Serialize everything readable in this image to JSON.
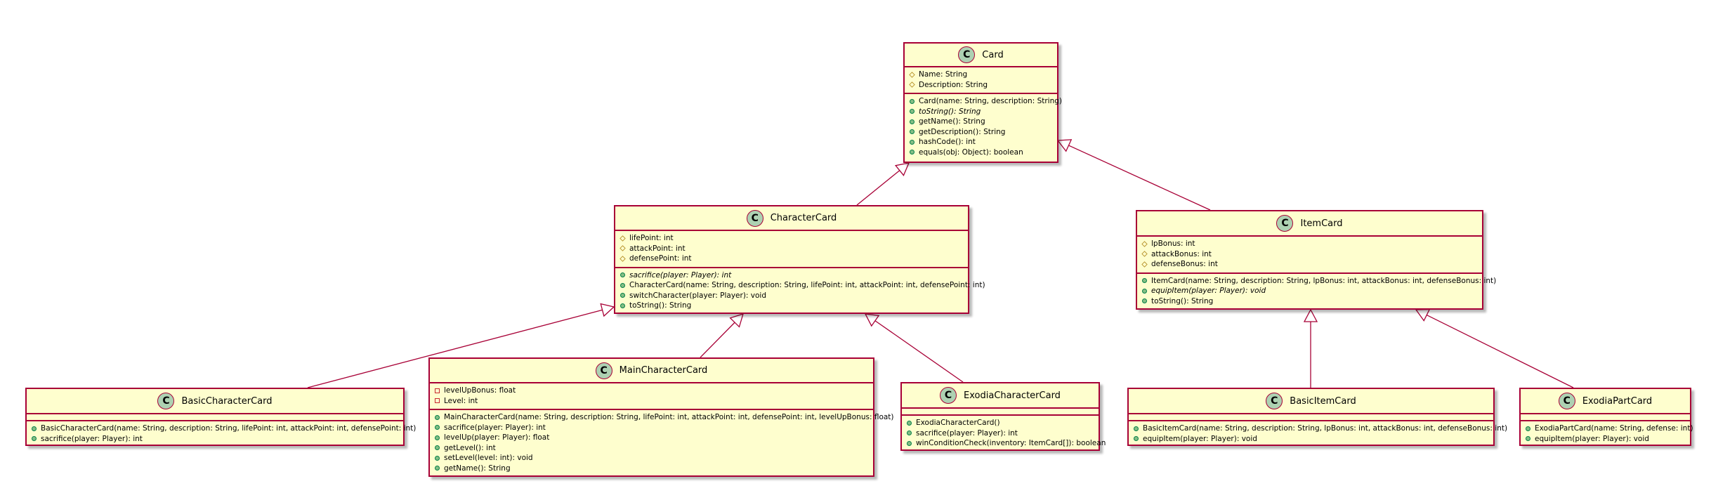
{
  "classes": {
    "card": {
      "name": "Card",
      "icon": "C",
      "fields": [
        {
          "vis": "protected",
          "text": "Name: String"
        },
        {
          "vis": "protected",
          "text": "Description: String"
        }
      ],
      "methods": [
        {
          "vis": "public",
          "text": "Card(name: String, description: String)"
        },
        {
          "vis": "public",
          "text": "toString(): String",
          "abstract": true
        },
        {
          "vis": "public",
          "text": "getName(): String"
        },
        {
          "vis": "public",
          "text": "getDescription(): String"
        },
        {
          "vis": "public",
          "text": "hashCode(): int"
        },
        {
          "vis": "public",
          "text": "equals(obj: Object): boolean"
        }
      ]
    },
    "character_card": {
      "name": "CharacterCard",
      "icon": "C",
      "fields": [
        {
          "vis": "protected",
          "text": "lifePoint: int"
        },
        {
          "vis": "protected",
          "text": "attackPoint: int"
        },
        {
          "vis": "protected",
          "text": "defensePoint: int"
        }
      ],
      "methods": [
        {
          "vis": "public",
          "text": "sacrifice(player: Player): int",
          "abstract": true
        },
        {
          "vis": "public",
          "text": "CharacterCard(name: String, description: String, lifePoint: int, attackPoint: int, defensePoint: int)"
        },
        {
          "vis": "public",
          "text": "switchCharacter(player: Player): void"
        },
        {
          "vis": "public",
          "text": "toString(): String"
        }
      ]
    },
    "item_card": {
      "name": "ItemCard",
      "icon": "C",
      "fields": [
        {
          "vis": "protected",
          "text": "lpBonus: int"
        },
        {
          "vis": "protected",
          "text": "attackBonus: int"
        },
        {
          "vis": "protected",
          "text": "defenseBonus: int"
        }
      ],
      "methods": [
        {
          "vis": "public",
          "text": "ItemCard(name: String, description: String, lpBonus: int, attackBonus: int, defenseBonus: int)"
        },
        {
          "vis": "public",
          "text": "equipItem(player: Player): void",
          "abstract": true
        },
        {
          "vis": "public",
          "text": "toString(): String"
        }
      ]
    },
    "basic_character_card": {
      "name": "BasicCharacterCard",
      "icon": "C",
      "fields": [],
      "methods": [
        {
          "vis": "public",
          "text": "BasicCharacterCard(name: String, description: String, lifePoint: int, attackPoint: int, defensePoint: int)"
        },
        {
          "vis": "public",
          "text": "sacrifice(player: Player): int"
        }
      ]
    },
    "main_character_card": {
      "name": "MainCharacterCard",
      "icon": "C",
      "fields": [
        {
          "vis": "private",
          "text": "levelUpBonus: float"
        },
        {
          "vis": "private",
          "text": "Level: int"
        }
      ],
      "methods": [
        {
          "vis": "public",
          "text": "MainCharacterCard(name: String, description: String, lifePoint: int, attackPoint: int, defensePoint: int, levelUpBonus: float)"
        },
        {
          "vis": "public",
          "text": "sacrifice(player: Player): int"
        },
        {
          "vis": "public",
          "text": "levelUp(player: Player): float"
        },
        {
          "vis": "public",
          "text": "getLevel(): int"
        },
        {
          "vis": "public",
          "text": "setLevel(level: int): void"
        },
        {
          "vis": "public",
          "text": "getName(): String"
        }
      ]
    },
    "exodia_character_card": {
      "name": "ExodiaCharacterCard",
      "icon": "C",
      "fields": [],
      "methods": [
        {
          "vis": "public",
          "text": "ExodiaCharacterCard()"
        },
        {
          "vis": "public",
          "text": "sacrifice(player: Player): int"
        },
        {
          "vis": "public",
          "text": "winConditionCheck(inventory: ItemCard[]): boolean"
        }
      ]
    },
    "basic_item_card": {
      "name": "BasicItemCard",
      "icon": "C",
      "fields": [],
      "methods": [
        {
          "vis": "public",
          "text": "BasicItemCard(name: String, description: String, lpBonus: int, attackBonus: int, defenseBonus: int)"
        },
        {
          "vis": "public",
          "text": "equipItem(player: Player): void"
        }
      ]
    },
    "exodia_part_card": {
      "name": "ExodiaPartCard",
      "icon": "C",
      "fields": [],
      "methods": [
        {
          "vis": "public",
          "text": "ExodiaPartCard(name: String, defense: int)"
        },
        {
          "vis": "public",
          "text": "equipItem(player: Player): void"
        }
      ]
    }
  },
  "relations": [
    {
      "type": "inheritance",
      "from": "character_card",
      "to": "card"
    },
    {
      "type": "inheritance",
      "from": "item_card",
      "to": "card"
    },
    {
      "type": "inheritance",
      "from": "basic_character_card",
      "to": "character_card"
    },
    {
      "type": "inheritance",
      "from": "main_character_card",
      "to": "character_card"
    },
    {
      "type": "inheritance",
      "from": "exodia_character_card",
      "to": "character_card"
    },
    {
      "type": "inheritance",
      "from": "basic_item_card",
      "to": "item_card"
    },
    {
      "type": "inheritance",
      "from": "exodia_part_card",
      "to": "item_card"
    }
  ],
  "colors": {
    "class_fill": "#fefece",
    "class_border": "#a80036",
    "class_icon": "#add1b2",
    "edge": "#a80036"
  }
}
